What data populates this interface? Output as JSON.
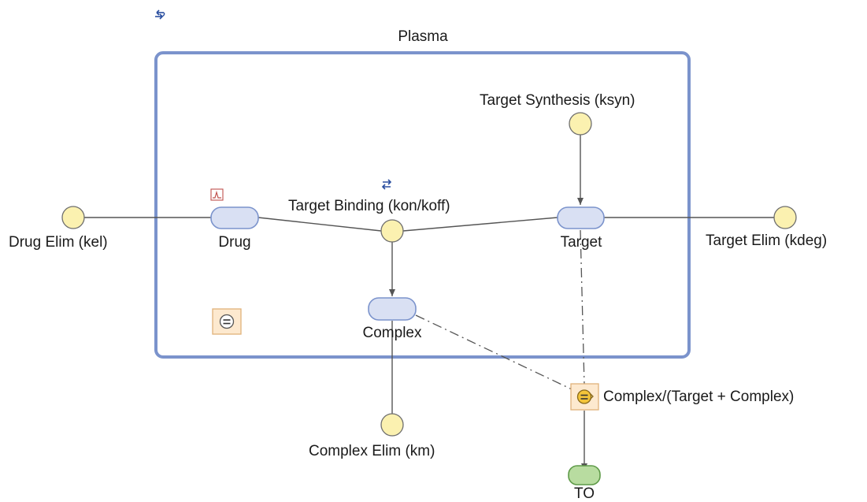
{
  "compartment": {
    "label": "Plasma"
  },
  "species": {
    "drug": "Drug",
    "target": "Target",
    "complex": "Complex",
    "to": "TO"
  },
  "reactions": {
    "drug_elim": "Drug Elim (kel)",
    "target_binding": "Target Binding (kon/koff)",
    "target_synthesis": "Target Synthesis (ksyn)",
    "target_elim": "Target Elim (kdeg)",
    "complex_elim": "Complex Elim (km)"
  },
  "rule": {
    "label": "Complex/(Target + Complex)"
  },
  "colors": {
    "compartment_border": "#7b93cc",
    "species_fill": "#d9e0f3",
    "species_stroke": "#7b93cc",
    "reaction_fill": "#fbf1b0",
    "reaction_stroke": "#6e6e6e",
    "rule_fill": "#fde9cf",
    "rule_stroke": "#e0b27a",
    "output_fill": "#b8dca0",
    "output_stroke": "#5e9a48",
    "arrow_icon": "#2b4fa0"
  },
  "icons": {
    "top_toolbar": "swap-arrows-icon",
    "reversible": "reversible-arrows-icon",
    "plot": "plot-icon",
    "compartment_rule": "equals-rule-icon",
    "repeated_assignment": "repeated-assignment-icon"
  }
}
